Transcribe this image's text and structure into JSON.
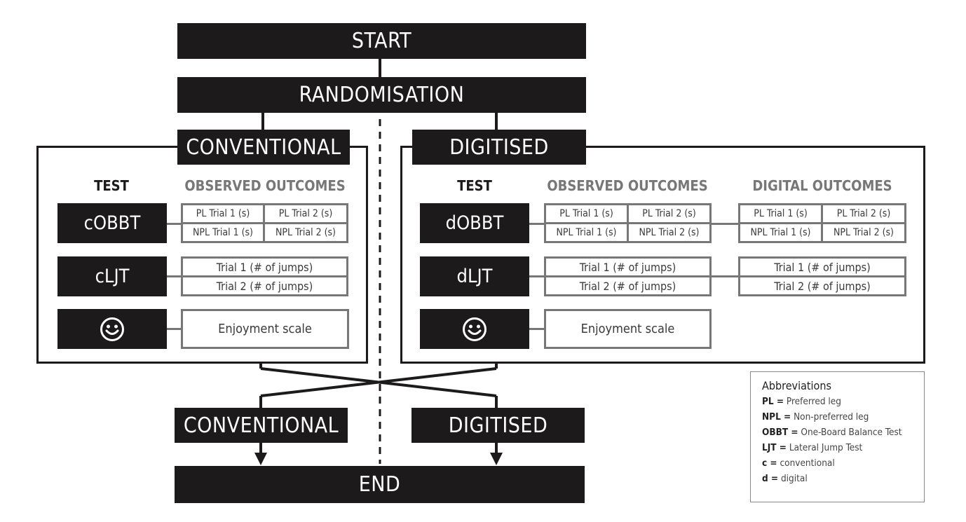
{
  "flow": {
    "start": "START",
    "randomisation": "RANDOMISATION",
    "end": "END",
    "arm_conventional": "CONVENTIONAL",
    "arm_digitised": "DIGITISED"
  },
  "conventional_panel": {
    "header_test": "TEST",
    "header_observed": "OBSERVED OUTCOMES",
    "tests": [
      "cOBBT",
      "cLJT"
    ],
    "enjoyment_icon": "smiley-face-icon"
  },
  "digitised_panel": {
    "header_test": "TEST",
    "header_observed": "OBSERVED OUTCOMES",
    "header_digital": "DIGITAL OUTCOMES",
    "tests": [
      "dOBBT",
      "dLJT"
    ],
    "enjoyment_icon": "smiley-face-icon"
  },
  "outcomes": {
    "obbt": [
      "PL Trial 1 (s)",
      "PL Trial 2 (s)",
      "NPL Trial 1 (s)",
      "NPL Trial 2 (s)"
    ],
    "ljt": [
      "Trial 1 (# of jumps)",
      "Trial 2 (# of jumps)"
    ],
    "enjoyment": "Enjoyment scale"
  },
  "abbreviations": {
    "title": "Abbreviations",
    "items": [
      {
        "key": "PL =",
        "text": "Preferred leg"
      },
      {
        "key": "NPL =",
        "text": "Non-preferred leg"
      },
      {
        "key": "OBBT =",
        "text": "One-Board Balance Test"
      },
      {
        "key": "LJT =",
        "text": "Lateral Jump Test"
      },
      {
        "key": "c =",
        "text": "conventional"
      },
      {
        "key": "d =",
        "text": "digital"
      }
    ]
  },
  "colors": {
    "black": "#1c1a1a",
    "gray": "#777777"
  }
}
